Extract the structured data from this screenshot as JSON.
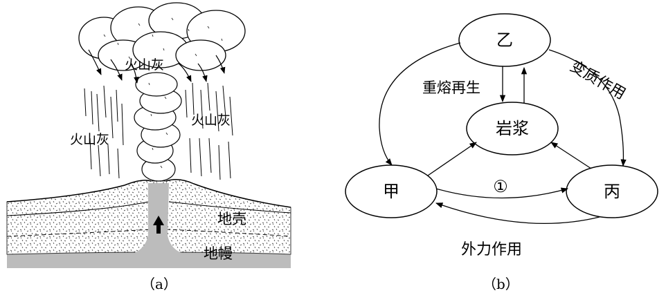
{
  "figure_a": {
    "labels": {
      "ash_top": "火山灰",
      "ash_left": "火山灰",
      "ash_right": "火山灰",
      "crust": "地壳",
      "mantle": "地幔"
    },
    "caption": "（a）"
  },
  "figure_b": {
    "nodes": {
      "yi": "乙",
      "magma": "岩浆",
      "jia": "甲",
      "bing": "丙"
    },
    "edge_labels": {
      "remelt": "重熔再生",
      "metamorphism": "变质作用",
      "circle_one": "①",
      "external": "外力作用"
    },
    "caption": "（b）"
  }
}
